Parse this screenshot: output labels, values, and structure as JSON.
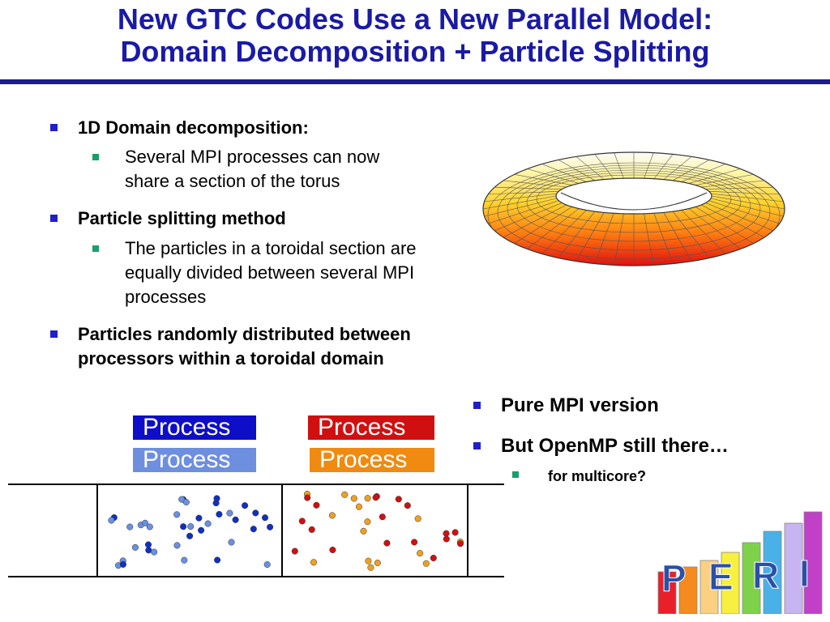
{
  "slide": {
    "title_line1": "New GTC Codes Use a New Parallel Model:",
    "title_line2": "Domain Decomposition + Particle Splitting",
    "bullets": [
      "1D Domain decomposition:",
      "Several MPI processes can now",
      "share a section of the torus",
      "Particle splitting method",
      "The particles in a toroidal section are",
      "equally divided between several MPI",
      "processes",
      "Particles randomly distributed between",
      "processors within a toroidal domain"
    ],
    "right_bullets": [
      "Pure MPI version",
      "But OpenMP still there…",
      "for multicore?"
    ],
    "process_boxes": [
      {
        "label": "Process",
        "color": "#0e0ec8"
      },
      {
        "label": "Process",
        "color": "#6e8fe0"
      },
      {
        "label": "Process",
        "color": "#d01010"
      },
      {
        "label": "Process",
        "color": "#f08a10"
      }
    ],
    "logo_letters": [
      "P",
      "E",
      "R",
      "I"
    ],
    "colors": {
      "title": "#1a1aa6",
      "bullet_main": "#2020c8",
      "bullet_sub": "#1a9f6a"
    }
  }
}
